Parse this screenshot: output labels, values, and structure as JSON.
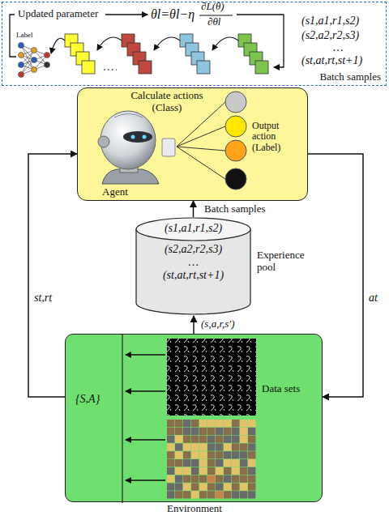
{
  "diagram": {
    "nodes": [
      {
        "text": [
          "Batch samples"
        ]
      },
      {
        "text": [
          "Calculate actions (Class)",
          "Agent",
          "Output action (Label)"
        ]
      },
      {
        "text": [
          "(s1,a1,r1,s2)",
          "(s2,a2,r2,s3)",
          "…",
          "(st,at,rt,st+1)",
          "Experience pool"
        ]
      },
      {
        "text": [
          "{S,A}",
          "Data sets",
          "Environment"
        ]
      }
    ],
    "edges": [
      {
        "from": 2,
        "to": 1,
        "arrow": "to",
        "label": "Batch samples"
      },
      {
        "from": 3,
        "to": 2,
        "arrow": "to",
        "label": "(s,a,r,s′)"
      },
      {
        "from": 3,
        "to": 1,
        "arrow": "to",
        "label": "st,rt"
      },
      {
        "from": 1,
        "to": 3,
        "arrow": "to",
        "label": "at"
      }
    ],
    "labels": [
      "Updated parameter",
      "θl=θl−η",
      "∂L(θ)",
      "∂θl",
      "Label",
      "(s1,a1,r1,s2)",
      "(s2,a2,r2,s3)",
      "…",
      "(st,at,rt,st+1)"
    ]
  }
}
